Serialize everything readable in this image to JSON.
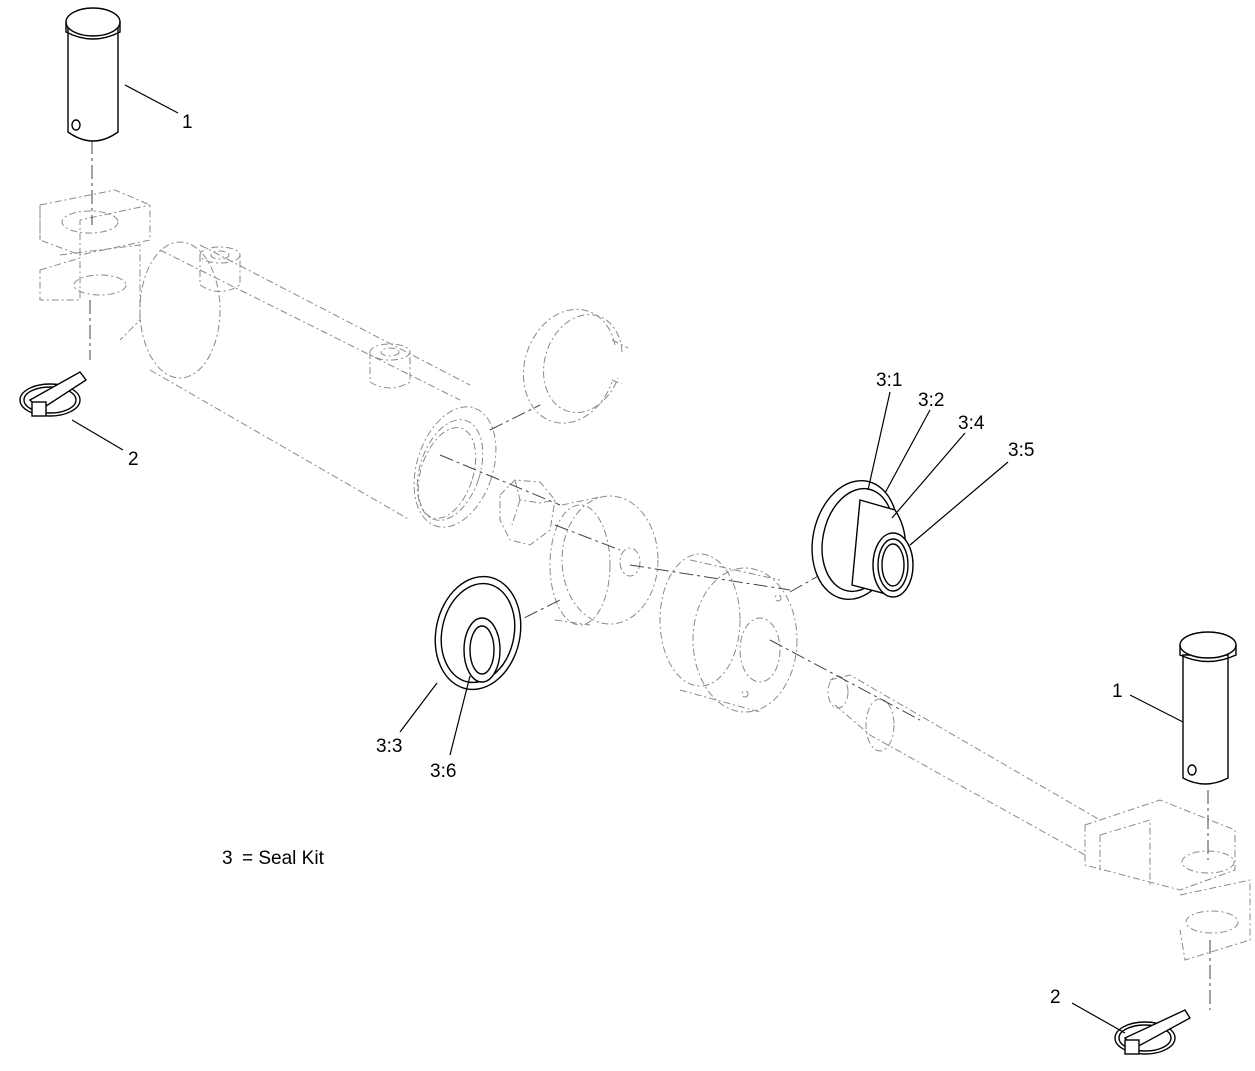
{
  "callouts": {
    "c1_top": "1",
    "c2_left": "2",
    "c31": "3:1",
    "c32": "3:2",
    "c34": "3:4",
    "c35": "3:5",
    "c33": "3:3",
    "c36": "3:6",
    "c1_right": "1",
    "c2_bottom": "2"
  },
  "legend": {
    "number": "3",
    "text": "= Seal Kit"
  }
}
